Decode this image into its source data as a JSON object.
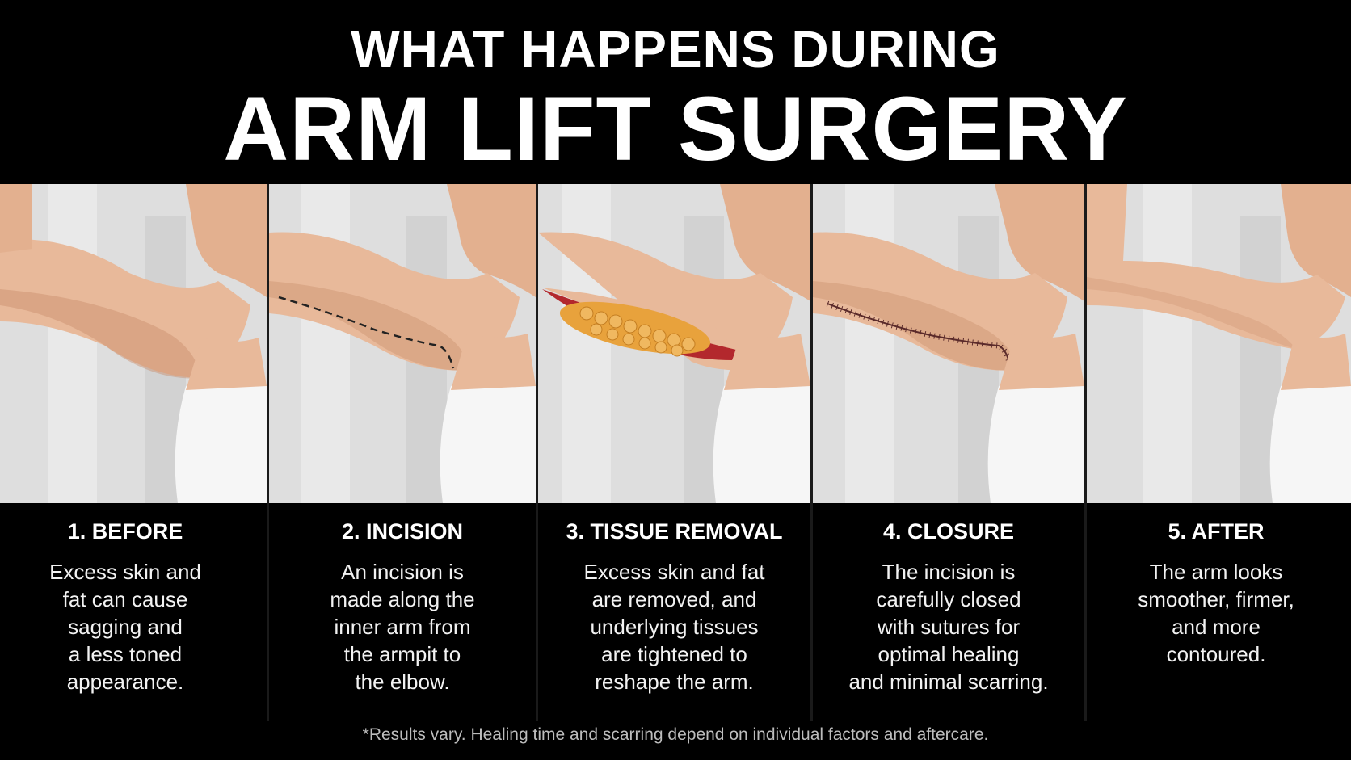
{
  "title": {
    "line1": "WHAT HAPPENS DURING",
    "line2": "ARM LIFT SURGERY"
  },
  "steps": [
    {
      "label": "1. BEFORE",
      "desc": [
        "Excess skin and",
        "fat can cause",
        "sagging and",
        "a less toned",
        "appearance."
      ]
    },
    {
      "label": "2. INCISION",
      "desc": [
        "An incision is",
        "made along the",
        "inner arm from",
        "the armpit to",
        "the elbow."
      ]
    },
    {
      "label": "3. TISSUE REMOVAL",
      "desc": [
        "Excess skin and fat",
        "are removed, and",
        "underlying tissues",
        "are tightened to",
        "reshape the arm."
      ]
    },
    {
      "label": "4. CLOSURE",
      "desc": [
        "The incision is",
        "carefully closed",
        "with sutures for",
        "optimal healing",
        "and minimal scarring."
      ]
    },
    {
      "label": "5. AFTER",
      "desc": [
        "The arm looks",
        "smoother, firmer,",
        "and more",
        "contoured."
      ]
    }
  ],
  "footnote": "*Results vary. Healing time and scarring depend on individual factors and aftercare.",
  "colors": {
    "background": "#000000",
    "text": "#ffffff",
    "skin": "#e8b99a",
    "skin_shadow": "#c98f6c",
    "top": "#f6f6f6",
    "wall": "#dcdcdc",
    "fat": "#e8a23c",
    "tissue": "#b3282d"
  }
}
